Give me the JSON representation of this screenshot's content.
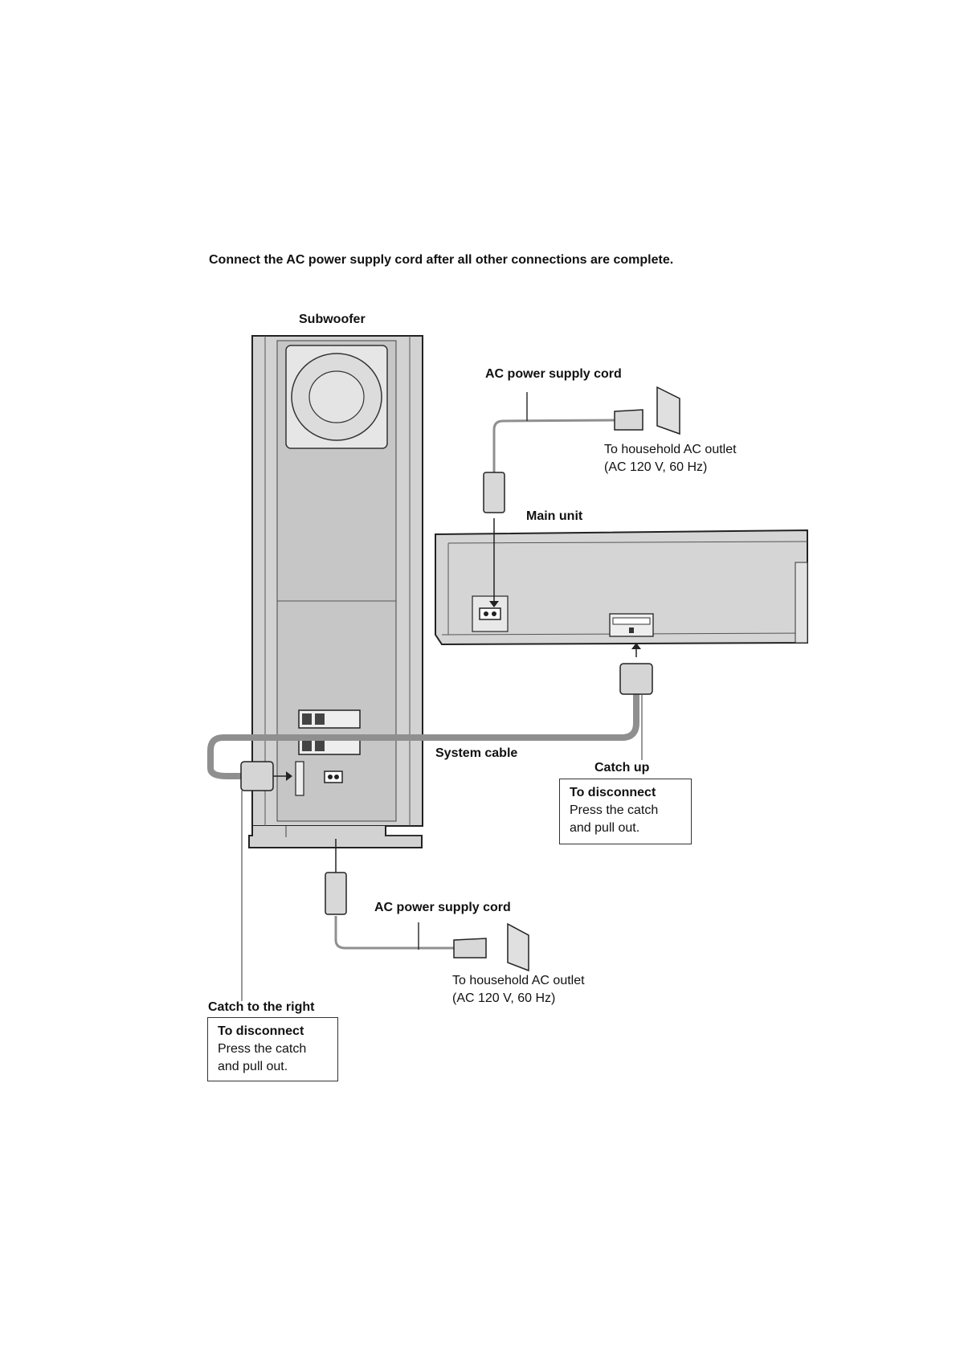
{
  "instruction": "Connect the AC power supply cord after all other connections are complete.",
  "labels": {
    "subwoofer": "Subwoofer",
    "ac_cord_top": "AC power supply cord",
    "outlet_top_line1": "To household AC outlet",
    "outlet_top_line2": "(AC 120 V, 60 Hz)",
    "main_unit": "Main unit",
    "system_cable": "System cable",
    "catch_up": "Catch up",
    "ac_cord_bottom": "AC power supply cord",
    "outlet_bottom_line1": "To household AC outlet",
    "outlet_bottom_line2": "(AC 120 V, 60 Hz)",
    "catch_right": "Catch to the right"
  },
  "disconnect_boxes": [
    {
      "title": "To disconnect",
      "line1": "Press the catch",
      "line2": "and pull out."
    },
    {
      "title": "To disconnect",
      "line1": "Press the catch",
      "line2": "and pull out."
    }
  ],
  "colors": {
    "device_fill": "#d2d2d2",
    "device_stroke": "#222222",
    "cable": "#8f8f8f"
  }
}
